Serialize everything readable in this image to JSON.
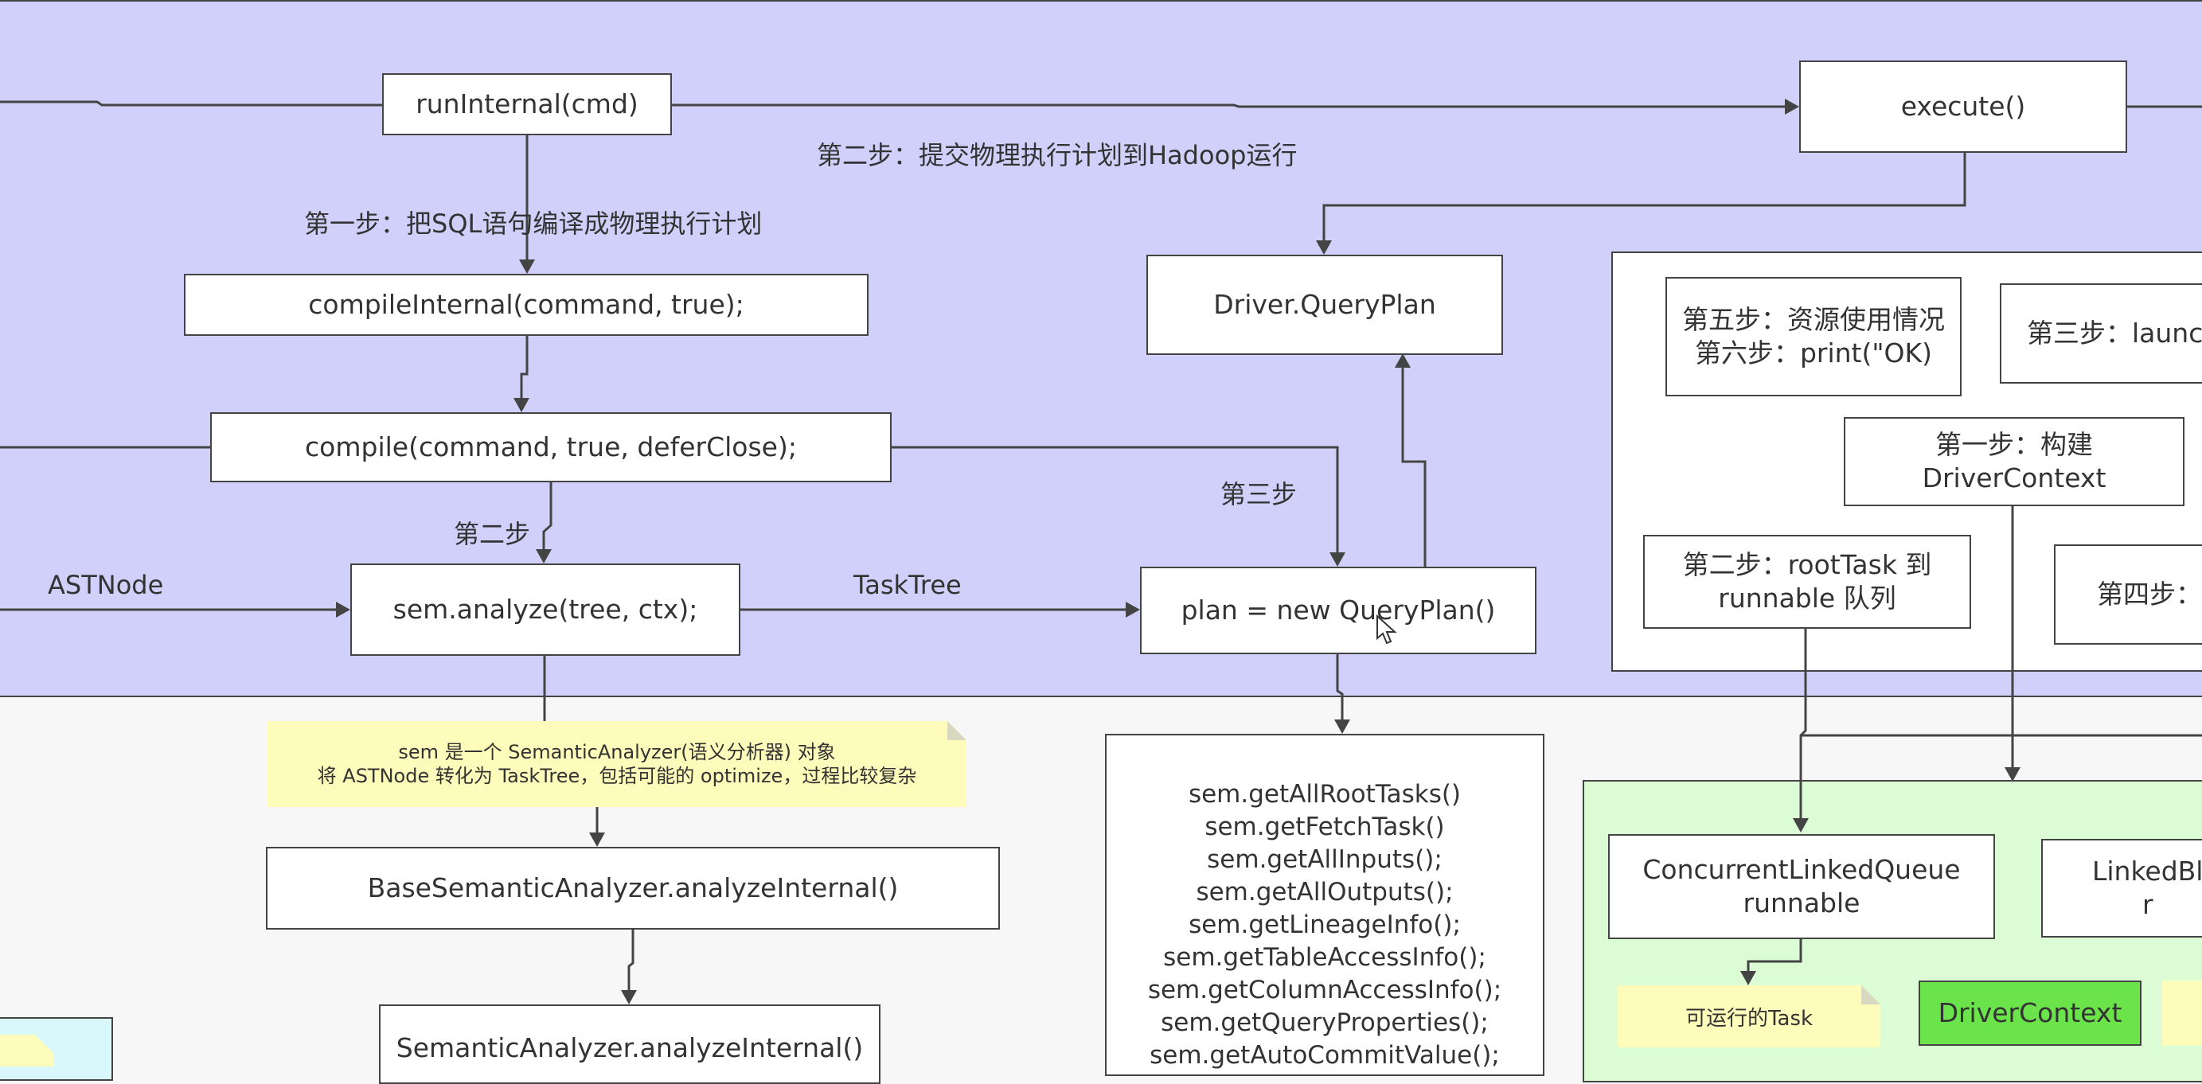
{
  "nodes": {
    "run_internal": "runInternal(cmd)",
    "execute": "execute()",
    "compile_internal": "compileInternal(command, true);",
    "driver_query_plan": "Driver.QueryPlan",
    "compile": "compile(command, true, deferClose);",
    "sem_analyze": "sem.analyze(tree, ctx);",
    "plan_new": "plan = new QueryPlan()",
    "base_analyze_internal": "BaseSemanticAnalyzer.analyzeInternal()",
    "semantic_analyze_internal": "SemanticAnalyzer.analyzeInternal()",
    "step5_6": "第五步：资源使用情况\n第六步：print(\"OK)",
    "step3_launch": "第三步：launc",
    "step1_build": "第一步：构建\nDriverContext",
    "step2_root_task": "第二步：rootTask 到\nrunnable 队列",
    "step4": "第四步：",
    "concurrent_queue": "ConcurrentLinkedQueue\nrunnable",
    "linked_blocking": "LinkedBl\nr",
    "driver_context": "DriverContext",
    "sem_methods": "sem.getAllRootTasks()\nsem.getFetchTask()\nsem.getAllInputs();\nsem.getAllOutputs();\nsem.getLineageInfo();\nsem.getTableAccessInfo();\nsem.getColumnAccessInfo();\nsem.getQueryProperties();\nsem.getAutoCommitValue();"
  },
  "notes": {
    "semantic_analyzer": "sem 是一个 SemanticAnalyzer(语义分析器) 对象\n将 ASTNode 转化为 TaskTree，包括可能的 optimize，过程比较复杂",
    "runnable_task": "可运行的Task"
  },
  "labels": {
    "step2_submit": "第二步：提交物理执行计划到Hadoop运行",
    "step1_compile": "第一步：把SQL语句编译成物理执行计划",
    "step2": "第二步",
    "step3": "第三步",
    "ast_node": "ASTNode",
    "task_tree": "TaskTree"
  },
  "colors": {
    "blue_region": "#d0d0fa",
    "green_region": "#dcfcd6",
    "note_yellow": "#fdfcbb",
    "driver_context_green": "#6be34a",
    "cyan_region": "#d8f8fc"
  }
}
